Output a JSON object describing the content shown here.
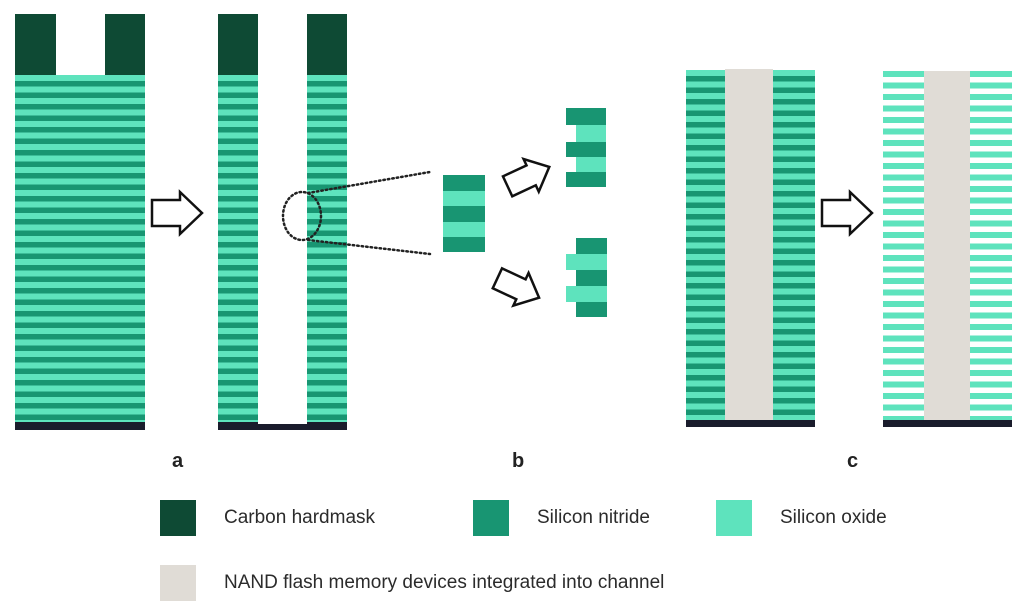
{
  "colors": {
    "carbon_hardmask": "#0e4a34",
    "silicon_nitride": "#189572",
    "silicon_oxide": "#5ee3bd",
    "nand_channel": "#e0dcd6",
    "substrate": "#1a1c2c",
    "arrow_stroke": "#111111",
    "dotted": "#222222"
  },
  "panels": {
    "a": {
      "label": "a"
    },
    "b": {
      "label": "b"
    },
    "c": {
      "label": "c"
    }
  },
  "legend": [
    {
      "key": "carbon_hardmask",
      "label": "Carbon hardmask"
    },
    {
      "key": "silicon_nitride",
      "label": "Silicon nitride"
    },
    {
      "key": "silicon_oxide",
      "label": "Silicon oxide"
    },
    {
      "key": "nand_channel",
      "label": "NAND flash memory devices integrated into channel"
    }
  ]
}
